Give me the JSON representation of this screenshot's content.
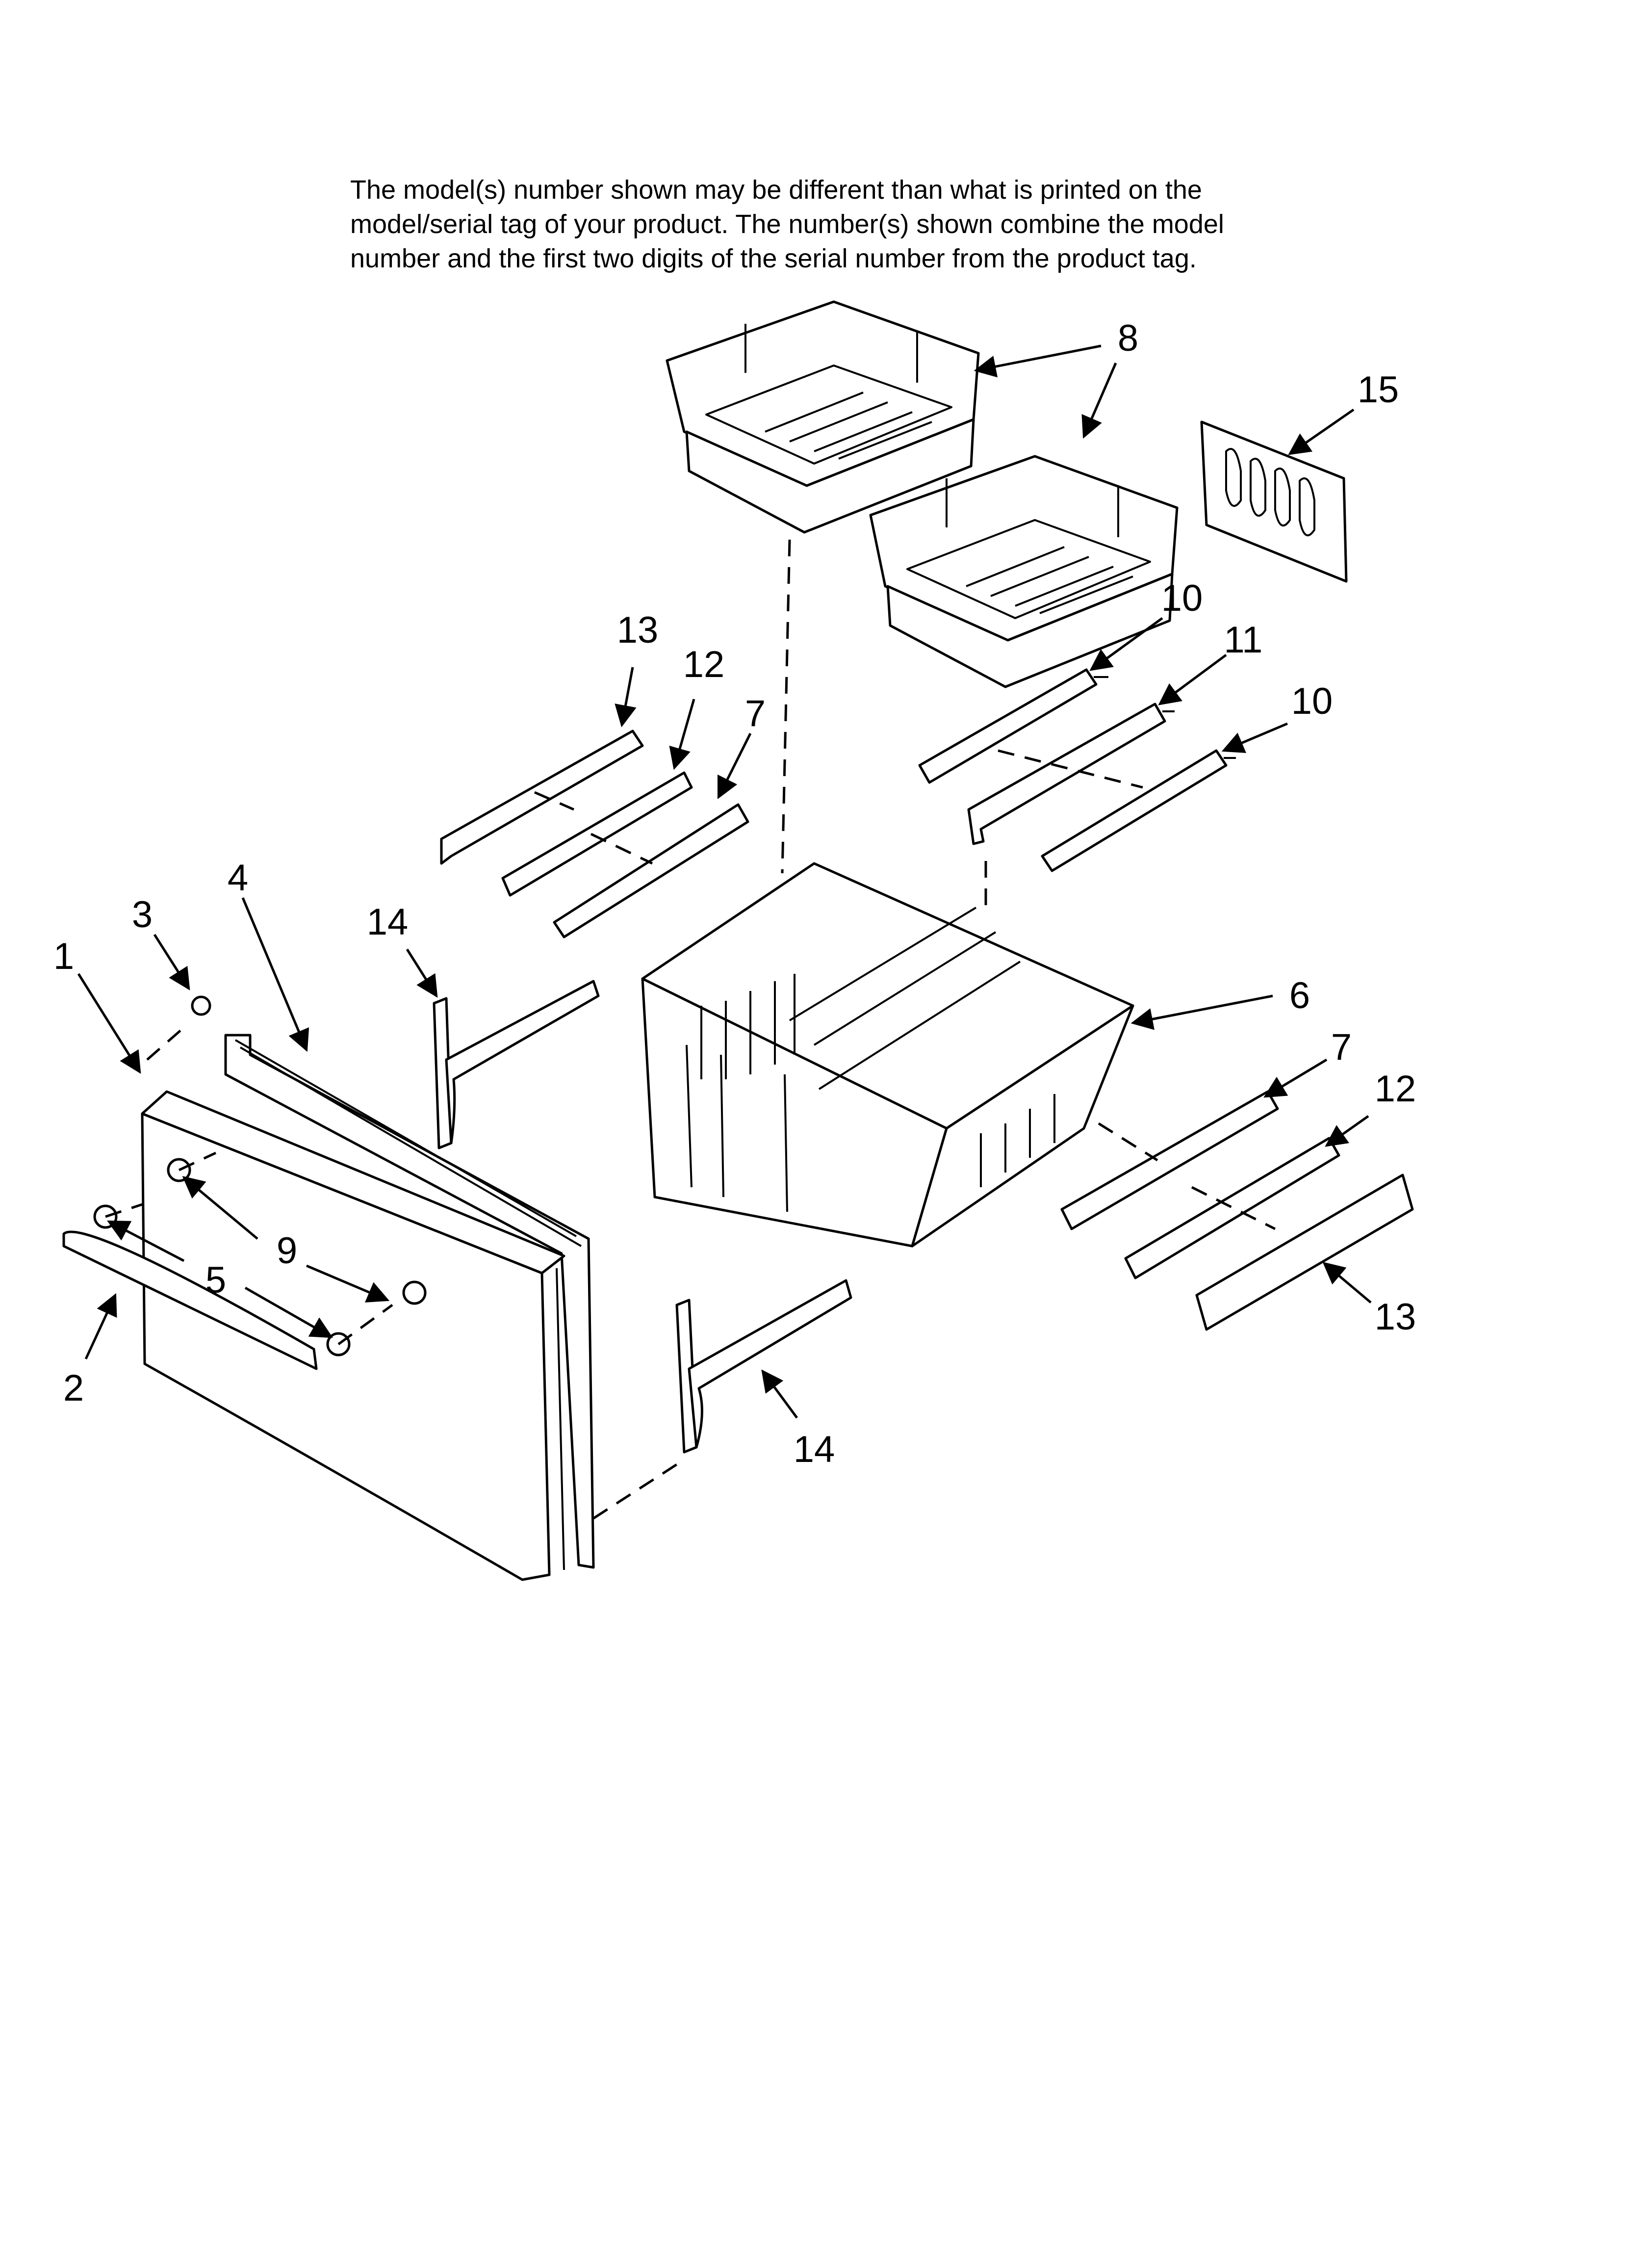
{
  "note": {
    "lines": [
      "The model(s) number shown may be different than what is printed on the",
      "model/serial tag of your product. The number(s) shown combine the model",
      "number and the first two digits of the serial number from the product tag."
    ]
  },
  "callouts": [
    {
      "id": "c1",
      "label": "1"
    },
    {
      "id": "c2",
      "label": "2"
    },
    {
      "id": "c3",
      "label": "3"
    },
    {
      "id": "c4",
      "label": "4"
    },
    {
      "id": "c5",
      "label": "5"
    },
    {
      "id": "c6",
      "label": "6"
    },
    {
      "id": "c7a",
      "label": "7"
    },
    {
      "id": "c7b",
      "label": "7"
    },
    {
      "id": "c8",
      "label": "8"
    },
    {
      "id": "c9",
      "label": "9"
    },
    {
      "id": "c10a",
      "label": "10"
    },
    {
      "id": "c10b",
      "label": "10"
    },
    {
      "id": "c11",
      "label": "11"
    },
    {
      "id": "c12a",
      "label": "12"
    },
    {
      "id": "c12b",
      "label": "12"
    },
    {
      "id": "c13a",
      "label": "13"
    },
    {
      "id": "c13b",
      "label": "13"
    },
    {
      "id": "c14a",
      "label": "14"
    },
    {
      "id": "c14b",
      "label": "14"
    },
    {
      "id": "c15",
      "label": "15"
    }
  ]
}
